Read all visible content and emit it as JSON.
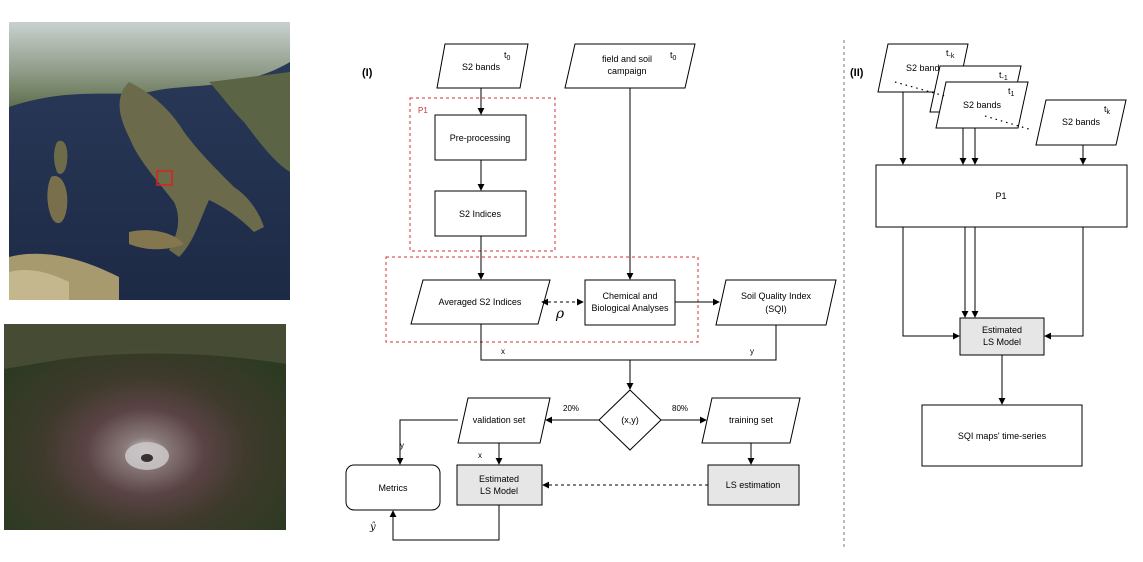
{
  "panels": {
    "left_label": "(I)",
    "right_label": "(II)",
    "p1_tag": "P1"
  },
  "nodes": {
    "s2_bands": "S2 bands",
    "field_campaign_line1": "field and soil",
    "field_campaign_line2": "campaign",
    "preprocessing": "Pre-processing",
    "s2_indices": "S2 Indices",
    "averaged_indices": "Averaged S2 Indices",
    "chem_bio_line1": "Chemical and",
    "chem_bio_line2": "Biological Analyses",
    "sqi_line1": "Soil Quality Index",
    "sqi_line2": "(SQI)",
    "decision": "(x,y)",
    "validation_set": "validation set",
    "training_set": "training set",
    "metrics": "Metrics",
    "estimated_line1": "Estimated",
    "estimated_line2": "LS Model",
    "ls_estimation": "LS estimation",
    "p1_block": "P1",
    "sqi_timeseries": "SQI maps' time-series"
  },
  "time_labels": {
    "t0": "t",
    "t0_sub": "0",
    "tmk": "t",
    "tmk_sub": "-k",
    "tm1": "t",
    "tm1_sub": "-1",
    "t1": "t",
    "t1_sub": "1",
    "tk": "t",
    "tk_sub": "k"
  },
  "edge_labels": {
    "x": "x",
    "y": "y",
    "pct20": "20%",
    "pct80": "80%",
    "rho": "ρ",
    "yhat": "ŷ"
  }
}
